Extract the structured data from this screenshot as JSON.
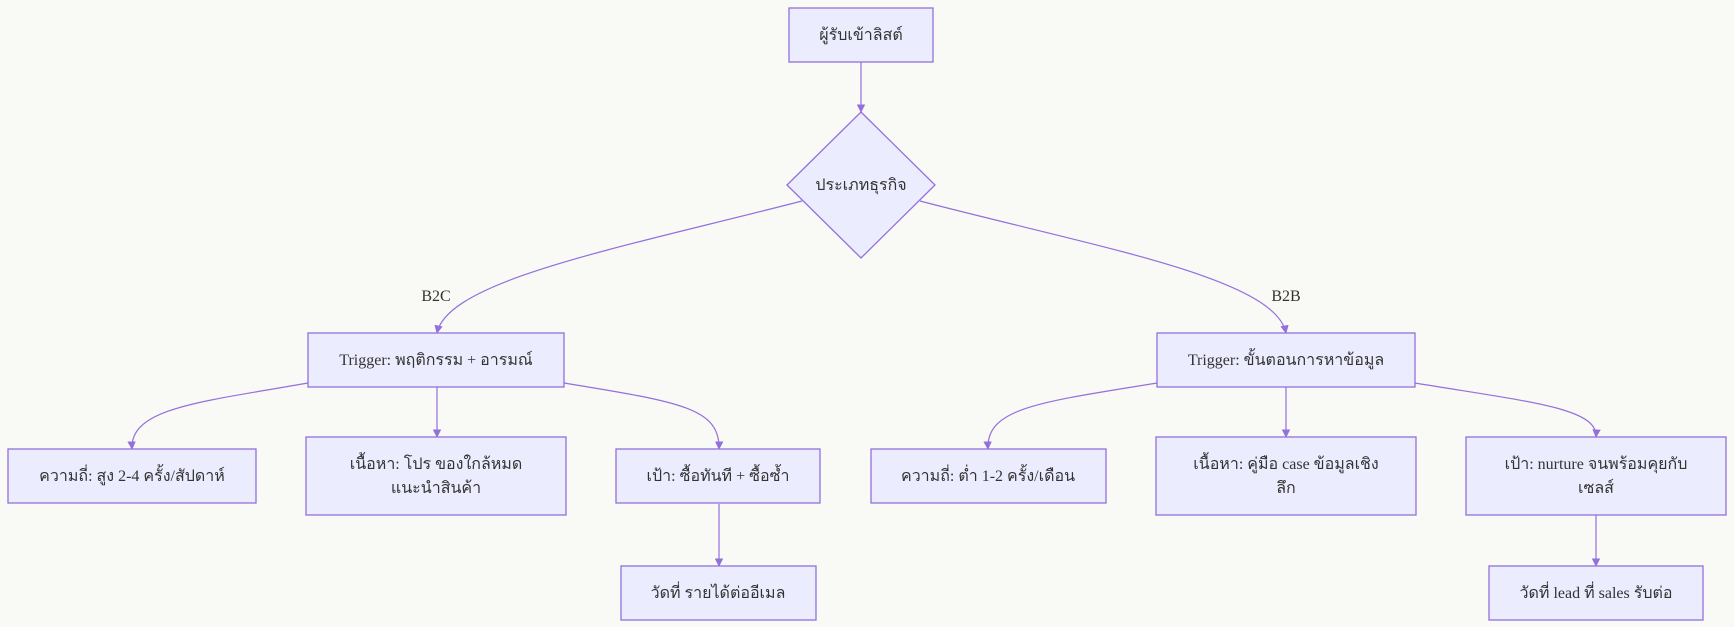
{
  "colors": {
    "background": "#f9f9f6",
    "node_fill": "#ECECFF",
    "node_stroke": "#9370DB",
    "text": "#333333"
  },
  "nodes": {
    "start": {
      "lines": [
        "ผู้รับเข้าลิสต์"
      ]
    },
    "decision": {
      "lines": [
        "ประเภทธุรกิจ"
      ]
    },
    "b2c_trigger": {
      "lines": [
        "Trigger: พฤติกรรม + อารมณ์"
      ]
    },
    "b2b_trigger": {
      "lines": [
        "Trigger: ขั้นตอนการหาข้อมูล"
      ]
    },
    "b2c_frequency": {
      "lines": [
        "ความถี่: สูง 2-4 ครั้ง/สัปดาห์"
      ]
    },
    "b2c_content": {
      "lines": [
        "เนื้อหา: โปร ของใกล้หมด",
        "แนะนำสินค้า"
      ]
    },
    "b2c_goal": {
      "lines": [
        "เป้า: ซื้อทันที + ซื้อซ้ำ"
      ]
    },
    "b2c_metric": {
      "lines": [
        "วัดที่ รายได้ต่ออีเมล"
      ]
    },
    "b2b_frequency": {
      "lines": [
        "ความถี่: ต่ำ 1-2 ครั้ง/เดือน"
      ]
    },
    "b2b_content": {
      "lines": [
        "เนื้อหา: คู่มือ case ข้อมูลเชิง",
        "ลึก"
      ]
    },
    "b2b_goal": {
      "lines": [
        "เป้า: nurture จนพร้อมคุยกับ",
        "เซลส์"
      ]
    },
    "b2b_metric": {
      "lines": [
        "วัดที่ lead ที่ sales รับต่อ"
      ]
    }
  },
  "edge_labels": {
    "b2c": "B2C",
    "b2b": "B2B"
  }
}
